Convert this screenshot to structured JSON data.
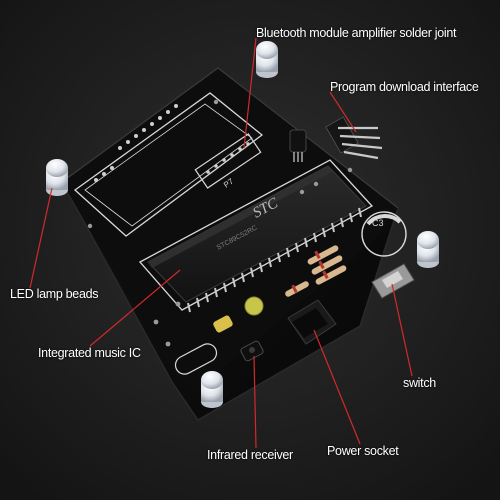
{
  "labels": {
    "bluetooth": "Bluetooth module amplifier solder joint",
    "program": "Program download interface",
    "led": "LED lamp beads",
    "music_ic": "Integrated music IC",
    "switch": "switch",
    "infrared": "Infrared receiver",
    "power": "Power socket"
  },
  "board": {
    "chip_text": "STC",
    "chip_model": "STC89C52RC",
    "connector_label": "P7",
    "capacitor_label": "C3"
  },
  "colors": {
    "background": "#1c1c1c",
    "pcb": "#0b0b0b",
    "silkscreen": "#e8e8e8",
    "callout_line": "#d12a2a",
    "label_text": "#ffffff"
  }
}
